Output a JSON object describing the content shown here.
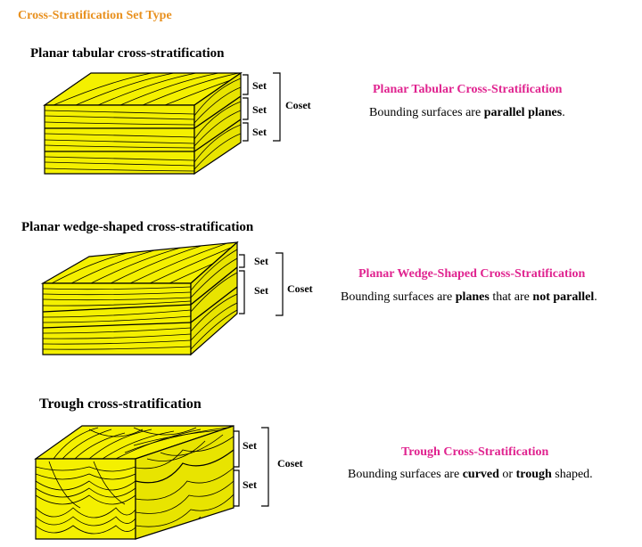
{
  "page_title": "Cross-Stratification Set Type",
  "sections": [
    {
      "title": "Planar tabular cross-stratification",
      "set_labels": [
        "Set",
        "Set",
        "Set"
      ],
      "coset_label": "Coset",
      "heading": "Planar Tabular Cross-Stratification",
      "desc_prefix": "Bounding surfaces are ",
      "desc_b1": "parallel planes",
      "desc_suffix": "."
    },
    {
      "title": "Planar wedge-shaped cross-stratification",
      "set_labels": [
        "Set",
        "Set"
      ],
      "coset_label": "Coset",
      "heading": "Planar Wedge-Shaped Cross-Stratification",
      "desc_prefix": "Bounding surfaces are ",
      "desc_b1": "planes",
      "desc_mid": " that are ",
      "desc_b2": "not parallel",
      "desc_suffix": "."
    },
    {
      "title": "Trough cross-stratification",
      "set_labels": [
        "Set",
        "Set"
      ],
      "coset_label": "Coset",
      "heading": "Trough Cross-Stratification",
      "desc_prefix": "Bounding surfaces are ",
      "desc_b1": "curved",
      "desc_mid": " or ",
      "desc_b2": "trough",
      "desc_suffix": " shaped."
    }
  ],
  "colors": {
    "block_fill": "#f4f000",
    "block_fill_dark": "#e2dc00",
    "title_orange": "#e8901e",
    "heading_pink": "#e0238f"
  }
}
